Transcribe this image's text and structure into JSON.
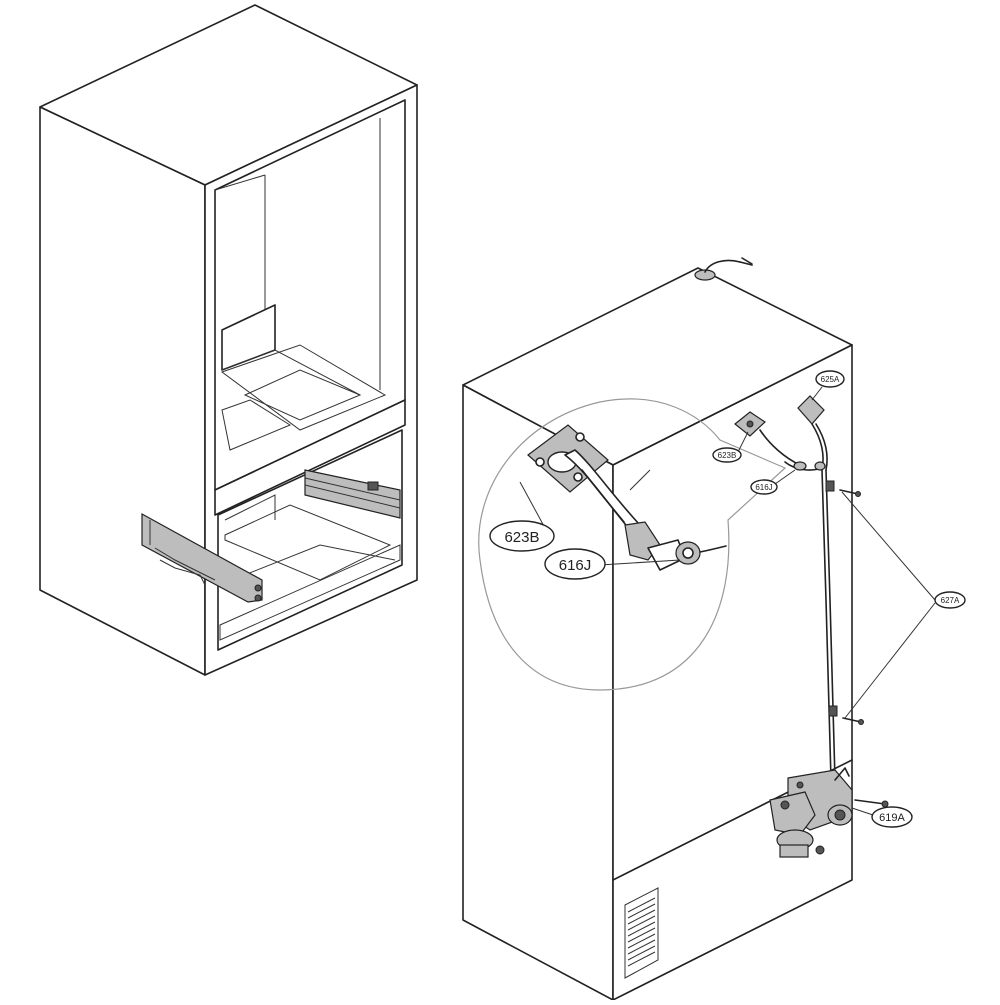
{
  "labels": {
    "l623b_big": "623B",
    "l616j_big": "616J",
    "l623b_small": "623B",
    "l616j_small": "616J",
    "l625a": "625A",
    "l627a": "627A",
    "l619a": "619A"
  },
  "colors": {
    "line": "#222222",
    "part_fill": "#bdbdbd",
    "background": "#ffffff"
  }
}
